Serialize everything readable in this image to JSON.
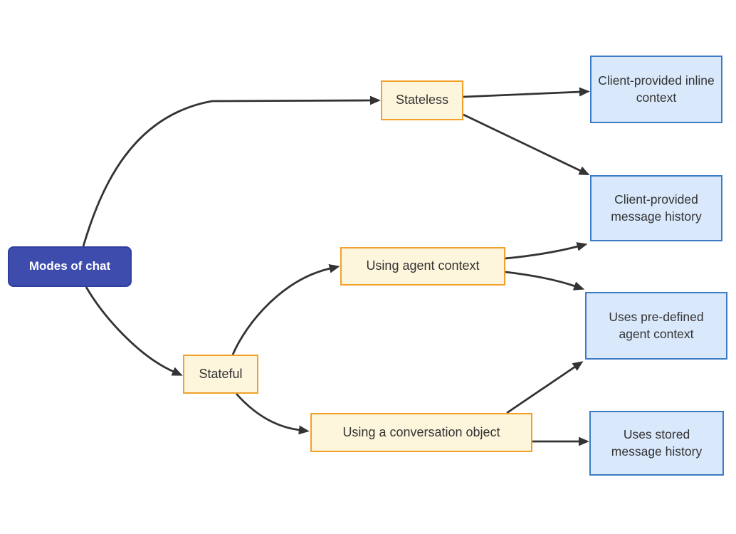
{
  "diagram": {
    "type": "flowchart",
    "direction": "left-to-right",
    "title": "Modes of chat",
    "nodes": {
      "modes_of_chat": {
        "label": "Modes of chat",
        "style": "root"
      },
      "stateless": {
        "label": "Stateless",
        "style": "branch"
      },
      "stateful": {
        "label": "Stateful",
        "style": "branch"
      },
      "using_agent_context": {
        "label": "Using agent context",
        "style": "branch"
      },
      "using_conversation_object": {
        "label": "Using a conversation object",
        "style": "branch"
      },
      "client_inline_context": {
        "label": "Client-provided inline context",
        "style": "leaf"
      },
      "client_message_history": {
        "label": "Client-provided message history",
        "style": "leaf"
      },
      "predefined_agent_context": {
        "label": "Uses pre-defined agent context",
        "style": "leaf"
      },
      "stored_message_history": {
        "label": "Uses stored message history",
        "style": "leaf"
      }
    },
    "edges": [
      {
        "from": "Modes of chat",
        "to": "Stateless"
      },
      {
        "from": "Modes of chat",
        "to": "Stateful"
      },
      {
        "from": "Stateless",
        "to": "Client-provided inline context"
      },
      {
        "from": "Stateless",
        "to": "Client-provided message history"
      },
      {
        "from": "Stateful",
        "to": "Using agent context"
      },
      {
        "from": "Stateful",
        "to": "Using a conversation object"
      },
      {
        "from": "Using agent context",
        "to": "Client-provided message history"
      },
      {
        "from": "Using agent context",
        "to": "Uses pre-defined agent context"
      },
      {
        "from": "Using a conversation object",
        "to": "Uses pre-defined agent context"
      },
      {
        "from": "Using a conversation object",
        "to": "Uses stored message history"
      }
    ],
    "colors": {
      "background": "#ffffff",
      "edge": "#333333",
      "node_text": "#333333",
      "root_fill": "#3e4cae",
      "root_border": "#2f3f9f",
      "root_text": "#ffffff",
      "branch_fill": "#fdf5dc",
      "branch_border": "#f2a02a",
      "leaf_fill": "#d9e8fb",
      "leaf_border": "#3d7bc4"
    }
  }
}
